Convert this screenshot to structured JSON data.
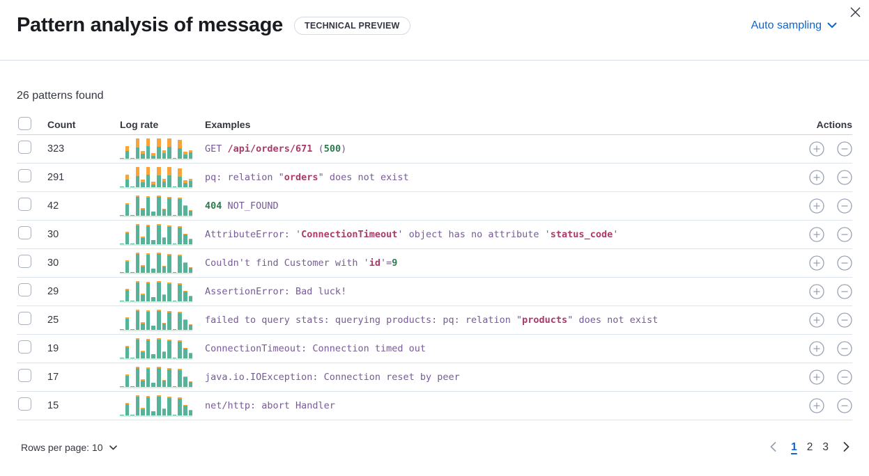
{
  "colors": {
    "accent_blue": "#0d65cc",
    "spark_green": "#54b399",
    "spark_orange": "#f9a43b",
    "token_keyword_purple": "#765b96",
    "token_string_red": "#aa3a68",
    "token_number_green": "#2d7a4f"
  },
  "header": {
    "title": "Pattern analysis of message",
    "badge": "TECHNICAL PREVIEW",
    "sampling_label": "Auto sampling"
  },
  "summary": "26 patterns found",
  "table": {
    "columns": {
      "count": "Count",
      "log_rate": "Log rate",
      "examples": "Examples",
      "actions": "Actions"
    },
    "rows": [
      {
        "count": "323",
        "spark": [
          [
            4,
            0
          ],
          [
            36,
            22
          ],
          [
            4,
            0
          ],
          [
            53,
            42
          ],
          [
            22,
            14
          ],
          [
            58,
            36
          ],
          [
            14,
            11
          ],
          [
            56,
            39
          ],
          [
            25,
            14
          ],
          [
            56,
            36
          ],
          [
            4,
            0
          ],
          [
            50,
            36
          ],
          [
            19,
            14
          ],
          [
            28,
            11
          ]
        ],
        "example": [
          {
            "t": "GET ",
            "c": "k"
          },
          {
            "t": "/api/orders/671",
            "c": "s"
          },
          {
            "t": " (",
            "c": "k"
          },
          {
            "t": "500",
            "c": "n"
          },
          {
            "t": ")",
            "c": "k"
          }
        ]
      },
      {
        "count": "291",
        "spark": [
          [
            4,
            0
          ],
          [
            36,
            22
          ],
          [
            4,
            0
          ],
          [
            53,
            42
          ],
          [
            22,
            14
          ],
          [
            58,
            36
          ],
          [
            14,
            11
          ],
          [
            56,
            39
          ],
          [
            25,
            14
          ],
          [
            56,
            36
          ],
          [
            4,
            0
          ],
          [
            50,
            36
          ],
          [
            19,
            14
          ],
          [
            28,
            11
          ]
        ],
        "example": [
          {
            "t": "pq: relation \"",
            "c": "k"
          },
          {
            "t": "orders",
            "c": "s"
          },
          {
            "t": "\" does not exist",
            "c": "k"
          }
        ]
      },
      {
        "count": "42",
        "spark": [
          [
            4,
            0
          ],
          [
            52,
            5
          ],
          [
            4,
            0
          ],
          [
            86,
            8
          ],
          [
            30,
            4
          ],
          [
            84,
            7
          ],
          [
            18,
            3
          ],
          [
            86,
            7
          ],
          [
            28,
            4
          ],
          [
            82,
            6
          ],
          [
            4,
            0
          ],
          [
            78,
            6
          ],
          [
            44,
            5
          ],
          [
            22,
            3
          ]
        ],
        "example": [
          {
            "t": "404",
            "c": "n"
          },
          {
            "t": " NOT_FOUND",
            "c": "k"
          }
        ]
      },
      {
        "count": "30",
        "spark": [
          [
            4,
            0
          ],
          [
            52,
            5
          ],
          [
            4,
            0
          ],
          [
            86,
            8
          ],
          [
            30,
            4
          ],
          [
            84,
            7
          ],
          [
            18,
            3
          ],
          [
            86,
            7
          ],
          [
            28,
            4
          ],
          [
            82,
            6
          ],
          [
            4,
            0
          ],
          [
            78,
            6
          ],
          [
            44,
            5
          ],
          [
            22,
            3
          ]
        ],
        "example": [
          {
            "t": "AttributeError: '",
            "c": "k"
          },
          {
            "t": "ConnectionTimeout",
            "c": "s"
          },
          {
            "t": "' object has no attribute '",
            "c": "k"
          },
          {
            "t": "status_code",
            "c": "s"
          },
          {
            "t": "'",
            "c": "k"
          }
        ]
      },
      {
        "count": "30",
        "spark": [
          [
            4,
            0
          ],
          [
            52,
            5
          ],
          [
            4,
            0
          ],
          [
            86,
            8
          ],
          [
            30,
            4
          ],
          [
            84,
            7
          ],
          [
            18,
            3
          ],
          [
            86,
            7
          ],
          [
            28,
            4
          ],
          [
            82,
            6
          ],
          [
            4,
            0
          ],
          [
            78,
            6
          ],
          [
            44,
            5
          ],
          [
            22,
            3
          ]
        ],
        "example": [
          {
            "t": "Couldn't find Customer with '",
            "c": "k"
          },
          {
            "t": "id",
            "c": "s"
          },
          {
            "t": "'=",
            "c": "k"
          },
          {
            "t": "9",
            "c": "n"
          }
        ]
      },
      {
        "count": "29",
        "spark": [
          [
            4,
            0
          ],
          [
            52,
            5
          ],
          [
            4,
            0
          ],
          [
            86,
            8
          ],
          [
            30,
            4
          ],
          [
            84,
            7
          ],
          [
            18,
            3
          ],
          [
            86,
            7
          ],
          [
            28,
            4
          ],
          [
            82,
            6
          ],
          [
            4,
            0
          ],
          [
            78,
            6
          ],
          [
            44,
            5
          ],
          [
            22,
            3
          ]
        ],
        "example": [
          {
            "t": "AssertionError: Bad luck!",
            "c": "k"
          }
        ]
      },
      {
        "count": "25",
        "spark": [
          [
            4,
            0
          ],
          [
            52,
            5
          ],
          [
            4,
            0
          ],
          [
            86,
            8
          ],
          [
            30,
            4
          ],
          [
            84,
            7
          ],
          [
            18,
            3
          ],
          [
            86,
            7
          ],
          [
            28,
            4
          ],
          [
            82,
            6
          ],
          [
            4,
            0
          ],
          [
            78,
            6
          ],
          [
            44,
            5
          ],
          [
            22,
            3
          ]
        ],
        "example": [
          {
            "t": "failed to query stats: querying products: pq: relation \"",
            "c": "k"
          },
          {
            "t": "products",
            "c": "s"
          },
          {
            "t": "\" does not exist",
            "c": "k"
          }
        ]
      },
      {
        "count": "19",
        "spark": [
          [
            4,
            0
          ],
          [
            52,
            5
          ],
          [
            4,
            0
          ],
          [
            86,
            8
          ],
          [
            30,
            4
          ],
          [
            84,
            7
          ],
          [
            18,
            3
          ],
          [
            86,
            7
          ],
          [
            28,
            4
          ],
          [
            82,
            6
          ],
          [
            4,
            0
          ],
          [
            78,
            6
          ],
          [
            44,
            5
          ],
          [
            22,
            3
          ]
        ],
        "example": [
          {
            "t": "ConnectionTimeout: Connection timed out",
            "c": "k"
          }
        ]
      },
      {
        "count": "17",
        "spark": [
          [
            4,
            0
          ],
          [
            52,
            5
          ],
          [
            4,
            0
          ],
          [
            86,
            8
          ],
          [
            30,
            4
          ],
          [
            84,
            7
          ],
          [
            18,
            3
          ],
          [
            86,
            7
          ],
          [
            28,
            4
          ],
          [
            82,
            6
          ],
          [
            4,
            0
          ],
          [
            78,
            6
          ],
          [
            44,
            5
          ],
          [
            22,
            3
          ]
        ],
        "example": [
          {
            "t": "java.io.IOException: Connection reset by peer",
            "c": "k"
          }
        ]
      },
      {
        "count": "15",
        "spark": [
          [
            4,
            0
          ],
          [
            52,
            5
          ],
          [
            4,
            0
          ],
          [
            86,
            8
          ],
          [
            30,
            4
          ],
          [
            84,
            7
          ],
          [
            18,
            3
          ],
          [
            86,
            7
          ],
          [
            28,
            4
          ],
          [
            82,
            6
          ],
          [
            4,
            0
          ],
          [
            78,
            6
          ],
          [
            44,
            5
          ],
          [
            22,
            3
          ]
        ],
        "example": [
          {
            "t": "net/http: abort Handler",
            "c": "k"
          }
        ]
      }
    ]
  },
  "footer": {
    "rows_per_page_label": "Rows per page: 10",
    "pages": [
      "1",
      "2",
      "3"
    ],
    "active_page": "1"
  }
}
